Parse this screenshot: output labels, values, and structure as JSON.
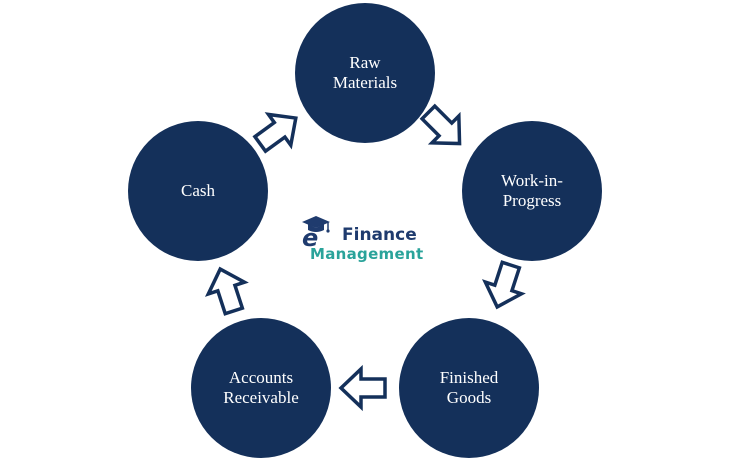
{
  "diagram": {
    "nodes": [
      {
        "id": "raw-materials",
        "lines": [
          "Raw",
          "Materials"
        ]
      },
      {
        "id": "work-in-progress",
        "lines": [
          "Work-in-",
          "Progress"
        ]
      },
      {
        "id": "finished-goods",
        "lines": [
          "Finished",
          "Goods"
        ]
      },
      {
        "id": "accounts-receivable",
        "lines": [
          "Accounts",
          "Receivable"
        ]
      },
      {
        "id": "cash",
        "lines": [
          "Cash"
        ]
      }
    ],
    "colors": {
      "node": "#14305a",
      "arrow_stroke": "#14305a",
      "arrow_fill": "#ffffff",
      "logo_primary": "#1f3b6e",
      "logo_accent": "#2aa39a"
    }
  },
  "logo": {
    "mark": "e",
    "word1": "Finance",
    "word2": "Management",
    "icon": "graduation-cap-icon"
  }
}
